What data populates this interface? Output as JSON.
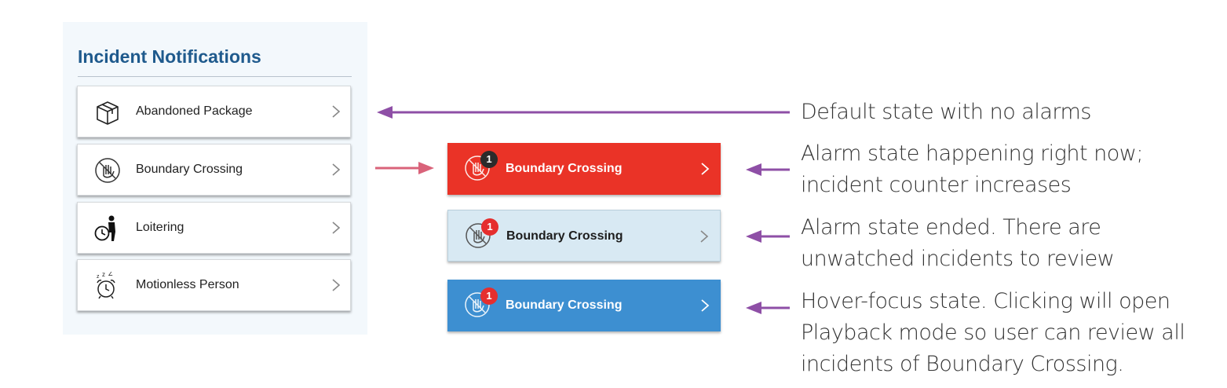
{
  "panel": {
    "title": "Incident Notifications",
    "items": [
      {
        "label": "Abandoned Package",
        "icon": "package-icon"
      },
      {
        "label": "Boundary Crossing",
        "icon": "no-hand-icon"
      },
      {
        "label": "Loitering",
        "icon": "loitering-clock-icon"
      },
      {
        "label": "Motionless Person",
        "icon": "sleeping-alarm-clock-icon"
      }
    ]
  },
  "states": [
    {
      "label": "Boundary Crossing",
      "count": "1",
      "state": "alarm-active",
      "color": "#ea3327"
    },
    {
      "label": "Boundary Crossing",
      "count": "1",
      "state": "alarm-ended",
      "color": "#d8e9f3"
    },
    {
      "label": "Boundary Crossing",
      "count": "1",
      "state": "hover-focus",
      "color": "#3d8fd1"
    }
  ],
  "notes": {
    "default": "Default state with no alarms",
    "alarm_line1": "Alarm state happening right now;",
    "alarm_line2": "incident counter increases",
    "ended_line1": "Alarm state ended. There are",
    "ended_line2": "unwatched incidents to review",
    "hover_line1": "Hover-focus state. Clicking will open",
    "hover_line2": "Playback mode so user can review all",
    "hover_line3": "incidents of Boundary Crossing."
  },
  "colors": {
    "title": "#1f5a8d",
    "annotation_arrow": "#8e4fa6",
    "transition_arrow": "#d9637a"
  }
}
